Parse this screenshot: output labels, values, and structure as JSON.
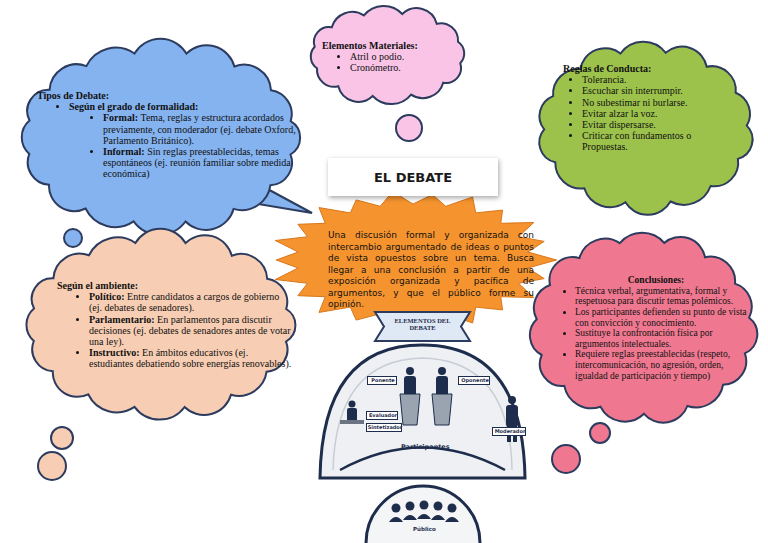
{
  "diagram": {
    "title": "EL DEBATE",
    "nodes": [
      {
        "text": [
          "Tipos de Debate:",
          "Según el grado de formalidad:",
          "Formal:",
          "Tema, reglas y estructura acordados previamente, con moderador (ej. debate Oxford, Parlamento Británico).",
          "Informal:",
          "Sin reglas preestablecidas, temas espontáneos (ej. reunión familiar sobre medida económica)"
        ]
      },
      {
        "text": [
          "Elementos Materiales:",
          "Atril o podio.",
          "Cronómetro."
        ]
      },
      {
        "text": [
          "Reglas de Conducta:",
          "Tolerancia.",
          "Escuchar sin interrumpir.",
          "No subestimar ni burlarse.",
          "Evitar alzar la voz.",
          "Evitar dispersarse.",
          "Criticar con fundamentos o Propuestas."
        ]
      },
      {
        "text": [
          "Una discusión formal y organizada con intercambio argumentado de ideas o puntos de vista opuestos sobre un tema. Busca llegar a una conclusión a partir de una exposición organizada y pacífica de argumentos, y que el público forme su opinión."
        ]
      },
      {
        "text": [
          "Según el ambiente:",
          "Político:",
          "Entre candidatos a cargos de gobierno (ej. debates de senadores).",
          "Parlamentario:",
          "En parlamentos para discutir decisiones (ej. debates de senadores antes de votar una ley).",
          "Instructivo:",
          "En ámbitos educativos (ej. estudiantes debatiendo sobre energías renovables)."
        ]
      },
      {
        "text": [
          "Conclusiones:",
          "Técnica verbal, argumentativa, formal y respetuosa para discutir temas polémicos.",
          "Los participantes defienden su punto de vista con convicción y conocimiento.",
          "Sustituye la confrontación física por argumentos intelectuales.",
          "Requiere reglas preestablecidas (respeto, intercomunicación, no agresión, orden, igualdad de participación y tiempo)"
        ]
      },
      {
        "text": [
          "ELEMENTOS DEL DEBATE"
        ]
      },
      {
        "text": [
          "Ponente"
        ]
      },
      {
        "text": [
          "Oponente"
        ]
      },
      {
        "text": [
          "Evaluador"
        ]
      },
      {
        "text": [
          "Sintetizador"
        ]
      },
      {
        "text": [
          "Moderador"
        ]
      }
    ],
    "labels": [
      "Participantes",
      "Público"
    ]
  }
}
